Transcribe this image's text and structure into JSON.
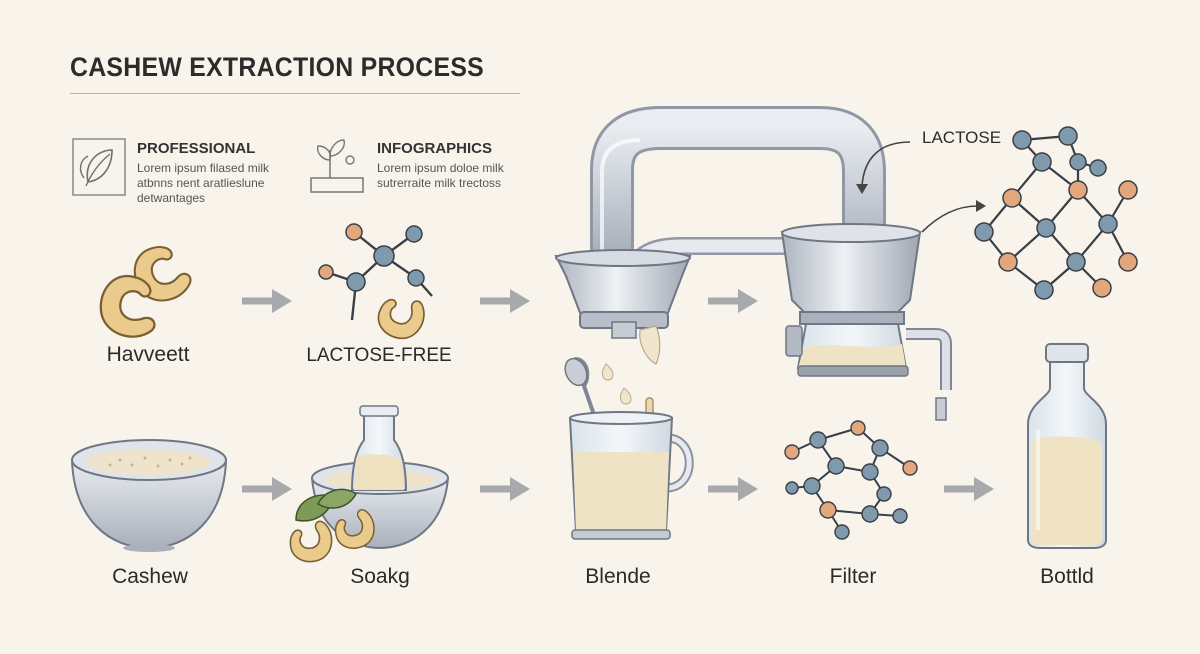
{
  "title": "CASHEW EXTRACTION PROCESS",
  "legend": [
    {
      "icon": "leaf-icon",
      "heading": "PROFESSIONAL",
      "lines": [
        "Lorem ipsum filased milk",
        "atbnns nent aratlieslune",
        "detwantages"
      ]
    },
    {
      "icon": "plant-seedling-icon",
      "heading": "INFOGRAPHICS",
      "lines": [
        "Lorem ipsum doloe milk",
        "sutrerraite milk trectoss"
      ]
    }
  ],
  "callout_label": "LACTOSE",
  "top_row": [
    {
      "label": "Havveett",
      "icon": "cashew-nuts-icon"
    },
    {
      "label": "LACTOSE-FREE",
      "icon": "molecule-with-cashew-icon"
    }
  ],
  "bottom_row": [
    {
      "label": "Cashew",
      "icon": "bowl-icon"
    },
    {
      "label": "Soakg",
      "icon": "soaking-bowl-icon"
    },
    {
      "label": "Blende",
      "icon": "blender-jug-icon"
    },
    {
      "label": "Filter",
      "icon": "molecule-icon"
    },
    {
      "label": "Bottld",
      "icon": "milk-bottle-icon"
    }
  ],
  "colors": {
    "background": "#f8f4ec",
    "arrow": "#a8aaae",
    "cashew": "#e9c887",
    "metal": "#c9ced6",
    "milk": "#efe3c6",
    "atom_blue": "#7f99ad",
    "atom_orange": "#e3a77e"
  }
}
